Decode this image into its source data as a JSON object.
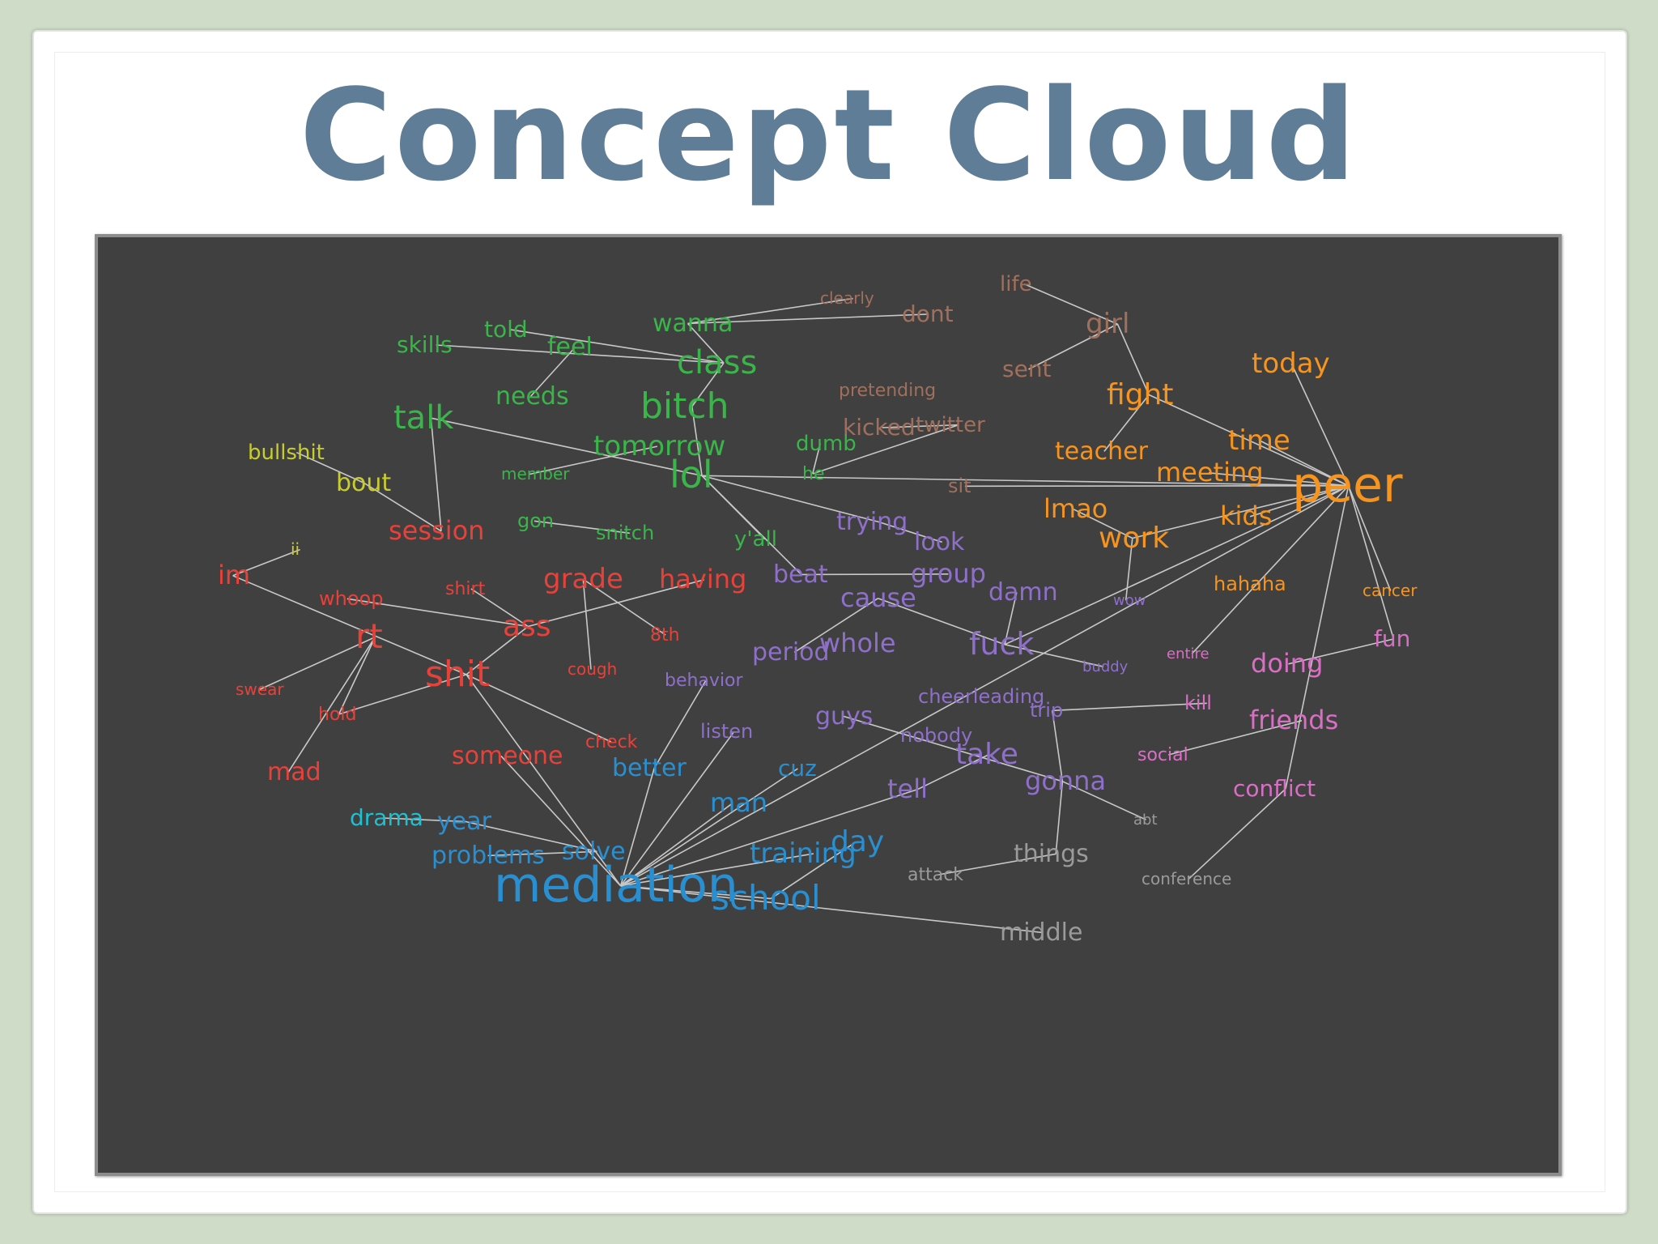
{
  "title": "Concept Cloud",
  "colors": {
    "green": "#39b54a",
    "yellow": "#c8cc2c",
    "red": "#e8413a",
    "orange": "#f7941d",
    "brown": "#a0705c",
    "purple": "#8e6fc9",
    "pink": "#d86fc4",
    "blue": "#2a8fd0",
    "cyan": "#20c0d0",
    "gray": "#9a9a9a"
  },
  "words": [
    {
      "id": "clearly",
      "text": "clearly",
      "color": "brown"
    },
    {
      "id": "life",
      "text": "life",
      "color": "brown"
    },
    {
      "id": "dont",
      "text": "dont",
      "color": "brown"
    },
    {
      "id": "girl",
      "text": "girl",
      "color": "brown"
    },
    {
      "id": "sent",
      "text": "sent",
      "color": "brown"
    },
    {
      "id": "pretending",
      "text": "pretending",
      "color": "brown"
    },
    {
      "id": "kicked",
      "text": "kicked",
      "color": "brown"
    },
    {
      "id": "twitter",
      "text": "twitter",
      "color": "brown"
    },
    {
      "id": "sit",
      "text": "sit",
      "color": "brown"
    },
    {
      "id": "told",
      "text": "told",
      "color": "green"
    },
    {
      "id": "skills",
      "text": "skills",
      "color": "green"
    },
    {
      "id": "feel",
      "text": "feel",
      "color": "green"
    },
    {
      "id": "wanna",
      "text": "wanna",
      "color": "green"
    },
    {
      "id": "class",
      "text": "class",
      "color": "green"
    },
    {
      "id": "needs",
      "text": "needs",
      "color": "green"
    },
    {
      "id": "bitch",
      "text": "bitch",
      "color": "green"
    },
    {
      "id": "talk",
      "text": "talk",
      "color": "green"
    },
    {
      "id": "tomorrow",
      "text": "tomorrow",
      "color": "green"
    },
    {
      "id": "dumb",
      "text": "dumb",
      "color": "green"
    },
    {
      "id": "member",
      "text": "member",
      "color": "green"
    },
    {
      "id": "lol",
      "text": "lol",
      "color": "green"
    },
    {
      "id": "he",
      "text": "he",
      "color": "green"
    },
    {
      "id": "gon",
      "text": "gon",
      "color": "green"
    },
    {
      "id": "snitch",
      "text": "snitch",
      "color": "green"
    },
    {
      "id": "yall",
      "text": "y'all",
      "color": "green"
    },
    {
      "id": "bullshit",
      "text": "bullshit",
      "color": "yellow"
    },
    {
      "id": "bout",
      "text": "bout",
      "color": "yellow"
    },
    {
      "id": "ii",
      "text": "ii",
      "color": "yellow"
    },
    {
      "id": "session",
      "text": "session",
      "color": "red"
    },
    {
      "id": "im",
      "text": "im",
      "color": "red"
    },
    {
      "id": "whoop",
      "text": "whoop",
      "color": "red"
    },
    {
      "id": "shirt",
      "text": "shirt",
      "color": "red"
    },
    {
      "id": "grade",
      "text": "grade",
      "color": "red"
    },
    {
      "id": "having",
      "text": "having",
      "color": "red"
    },
    {
      "id": "ass",
      "text": "ass",
      "color": "red"
    },
    {
      "id": "8th",
      "text": "8th",
      "color": "red"
    },
    {
      "id": "rt",
      "text": "rt",
      "color": "red"
    },
    {
      "id": "cough",
      "text": "cough",
      "color": "red"
    },
    {
      "id": "shit",
      "text": "shit",
      "color": "red"
    },
    {
      "id": "swear",
      "text": "swear",
      "color": "red"
    },
    {
      "id": "hold",
      "text": "hold",
      "color": "red"
    },
    {
      "id": "check",
      "text": "check",
      "color": "red"
    },
    {
      "id": "someone",
      "text": "someone",
      "color": "red"
    },
    {
      "id": "mad",
      "text": "mad",
      "color": "red"
    },
    {
      "id": "today",
      "text": "today",
      "color": "orange"
    },
    {
      "id": "fight",
      "text": "fight",
      "color": "orange"
    },
    {
      "id": "time",
      "text": "time",
      "color": "orange"
    },
    {
      "id": "teacher",
      "text": "teacher",
      "color": "orange"
    },
    {
      "id": "meeting",
      "text": "meeting",
      "color": "orange"
    },
    {
      "id": "peer",
      "text": "peer",
      "color": "orange"
    },
    {
      "id": "lmao",
      "text": "lmao",
      "color": "orange"
    },
    {
      "id": "kids",
      "text": "kids",
      "color": "orange"
    },
    {
      "id": "work",
      "text": "work",
      "color": "orange"
    },
    {
      "id": "hahaha",
      "text": "hahaha",
      "color": "orange"
    },
    {
      "id": "cancer",
      "text": "cancer",
      "color": "orange"
    },
    {
      "id": "trying",
      "text": "trying",
      "color": "purple"
    },
    {
      "id": "look",
      "text": "look",
      "color": "purple"
    },
    {
      "id": "beat",
      "text": "beat",
      "color": "purple"
    },
    {
      "id": "group",
      "text": "group",
      "color": "purple"
    },
    {
      "id": "cause",
      "text": "cause",
      "color": "purple"
    },
    {
      "id": "damn",
      "text": "damn",
      "color": "purple"
    },
    {
      "id": "wow",
      "text": "wow",
      "color": "purple"
    },
    {
      "id": "period",
      "text": "period",
      "color": "purple"
    },
    {
      "id": "whole",
      "text": "whole",
      "color": "purple"
    },
    {
      "id": "fuck",
      "text": "fuck",
      "color": "purple"
    },
    {
      "id": "behavior",
      "text": "behavior",
      "color": "purple"
    },
    {
      "id": "buddy",
      "text": "buddy",
      "color": "purple"
    },
    {
      "id": "cheerleading",
      "text": "cheerleading",
      "color": "purple"
    },
    {
      "id": "guys",
      "text": "guys",
      "color": "purple"
    },
    {
      "id": "trip",
      "text": "trip",
      "color": "purple"
    },
    {
      "id": "listen",
      "text": "listen",
      "color": "purple"
    },
    {
      "id": "nobody",
      "text": "nobody",
      "color": "purple"
    },
    {
      "id": "take",
      "text": "take",
      "color": "purple"
    },
    {
      "id": "tell",
      "text": "tell",
      "color": "purple"
    },
    {
      "id": "gonna",
      "text": "gonna",
      "color": "purple"
    },
    {
      "id": "entire",
      "text": "entire",
      "color": "pink"
    },
    {
      "id": "doing",
      "text": "doing",
      "color": "pink"
    },
    {
      "id": "fun",
      "text": "fun",
      "color": "pink"
    },
    {
      "id": "kill",
      "text": "kill",
      "color": "pink"
    },
    {
      "id": "friends",
      "text": "friends",
      "color": "pink"
    },
    {
      "id": "social",
      "text": "social",
      "color": "pink"
    },
    {
      "id": "conflict",
      "text": "conflict",
      "color": "pink"
    },
    {
      "id": "better",
      "text": "better",
      "color": "blue"
    },
    {
      "id": "cuz",
      "text": "cuz",
      "color": "blue"
    },
    {
      "id": "man",
      "text": "man",
      "color": "blue"
    },
    {
      "id": "year",
      "text": "year",
      "color": "blue"
    },
    {
      "id": "problems",
      "text": "problems",
      "color": "blue"
    },
    {
      "id": "solve",
      "text": "solve",
      "color": "blue"
    },
    {
      "id": "training",
      "text": "training",
      "color": "blue"
    },
    {
      "id": "day",
      "text": "day",
      "color": "blue"
    },
    {
      "id": "mediation",
      "text": "mediation",
      "color": "blue"
    },
    {
      "id": "school",
      "text": "school",
      "color": "blue"
    },
    {
      "id": "drama",
      "text": "drama",
      "color": "cyan"
    },
    {
      "id": "abt",
      "text": "abt",
      "color": "gray"
    },
    {
      "id": "things",
      "text": "things",
      "color": "gray"
    },
    {
      "id": "attack",
      "text": "attack",
      "color": "gray"
    },
    {
      "id": "conference",
      "text": "conference",
      "color": "gray"
    },
    {
      "id": "middle",
      "text": "middle",
      "color": "gray"
    }
  ],
  "links": [
    [
      "clearly",
      "wanna"
    ],
    [
      "wanna",
      "dont"
    ],
    [
      "wanna",
      "class"
    ],
    [
      "life",
      "girl"
    ],
    [
      "girl",
      "sent"
    ],
    [
      "girl",
      "fight"
    ],
    [
      "skills",
      "class"
    ],
    [
      "told",
      "class"
    ],
    [
      "feel",
      "needs"
    ],
    [
      "class",
      "bitch"
    ],
    [
      "bitch",
      "lol"
    ],
    [
      "talk",
      "session"
    ],
    [
      "talk",
      "lol"
    ],
    [
      "tomorrow",
      "member"
    ],
    [
      "dumb",
      "he"
    ],
    [
      "he",
      "twitter"
    ],
    [
      "kicked",
      "twitter"
    ],
    [
      "lol",
      "peer"
    ],
    [
      "lol",
      "beat"
    ],
    [
      "lol",
      "trying"
    ],
    [
      "lol",
      "yall"
    ],
    [
      "trying",
      "look"
    ],
    [
      "beat",
      "group"
    ],
    [
      "gon",
      "snitch"
    ],
    [
      "bullshit",
      "bout"
    ],
    [
      "bout",
      "session"
    ],
    [
      "ii",
      "im"
    ],
    [
      "im",
      "shit"
    ],
    [
      "whoop",
      "ass"
    ],
    [
      "shirt",
      "ass"
    ],
    [
      "grade",
      "8th"
    ],
    [
      "having",
      "ass"
    ],
    [
      "ass",
      "shit"
    ],
    [
      "grade",
      "cough"
    ],
    [
      "rt",
      "swear"
    ],
    [
      "rt",
      "hold"
    ],
    [
      "rt",
      "mad"
    ],
    [
      "shit",
      "hold"
    ],
    [
      "shit",
      "check"
    ],
    [
      "shit",
      "mediation"
    ],
    [
      "someone",
      "mediation"
    ],
    [
      "fight",
      "teacher"
    ],
    [
      "fight",
      "peer"
    ],
    [
      "today",
      "peer"
    ],
    [
      "time",
      "peer"
    ],
    [
      "meeting",
      "peer"
    ],
    [
      "kids",
      "peer"
    ],
    [
      "sit",
      "peer"
    ],
    [
      "work",
      "peer"
    ],
    [
      "work",
      "lmao"
    ],
    [
      "work",
      "wow"
    ],
    [
      "peer",
      "fuck"
    ],
    [
      "peer",
      "entire"
    ],
    [
      "peer",
      "cancer"
    ],
    [
      "peer",
      "fun"
    ],
    [
      "peer",
      "conflict"
    ],
    [
      "peer",
      "mediation"
    ],
    [
      "fun",
      "doing"
    ],
    [
      "cause",
      "period"
    ],
    [
      "cause",
      "fuck"
    ],
    [
      "damn",
      "fuck"
    ],
    [
      "fuck",
      "buddy"
    ],
    [
      "trip",
      "kill"
    ],
    [
      "trip",
      "gonna"
    ],
    [
      "guys",
      "gonna"
    ],
    [
      "take",
      "tell"
    ],
    [
      "gonna",
      "abt"
    ],
    [
      "gonna",
      "things"
    ],
    [
      "friends",
      "social"
    ],
    [
      "conflict",
      "conference"
    ],
    [
      "behavior",
      "better"
    ],
    [
      "better",
      "mediation"
    ],
    [
      "listen",
      "mediation"
    ],
    [
      "cuz",
      "mediation"
    ],
    [
      "man",
      "mediation"
    ],
    [
      "tell",
      "mediation"
    ],
    [
      "training",
      "mediation"
    ],
    [
      "drama",
      "year"
    ],
    [
      "year",
      "solve"
    ],
    [
      "problems",
      "solve"
    ],
    [
      "day",
      "school"
    ],
    [
      "mediation",
      "school"
    ],
    [
      "mediation",
      "middle"
    ],
    [
      "things",
      "attack"
    ]
  ]
}
